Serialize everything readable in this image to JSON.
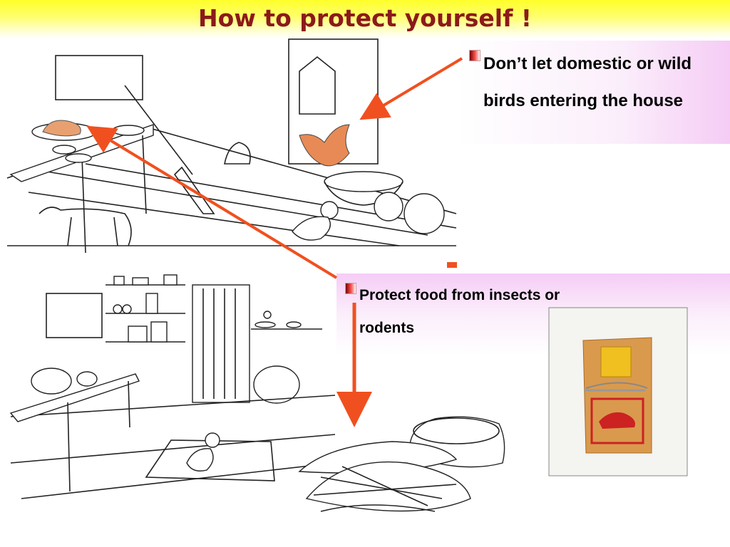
{
  "slide": {
    "title": "How to protect yourself !",
    "bullets": [
      {
        "text": "Don’t let domestic or wild birds entering the house"
      },
      {
        "lines": [
          "Protect food from insects or",
          "rodents"
        ]
      }
    ]
  },
  "colors": {
    "title": "#8b1a1a",
    "arrow": "#f05020",
    "header_gradient": [
      "#ffff2a",
      "#ffffff"
    ],
    "box_gradient": [
      "#ffffff",
      "#f5ccf5"
    ]
  },
  "illustrations": [
    "kitchen-scene-bird-dog-child-icon",
    "kitchen-scene-shelves-child-icon",
    "covered-food-dishes-icon",
    "mousetrap-photo-icon"
  ]
}
